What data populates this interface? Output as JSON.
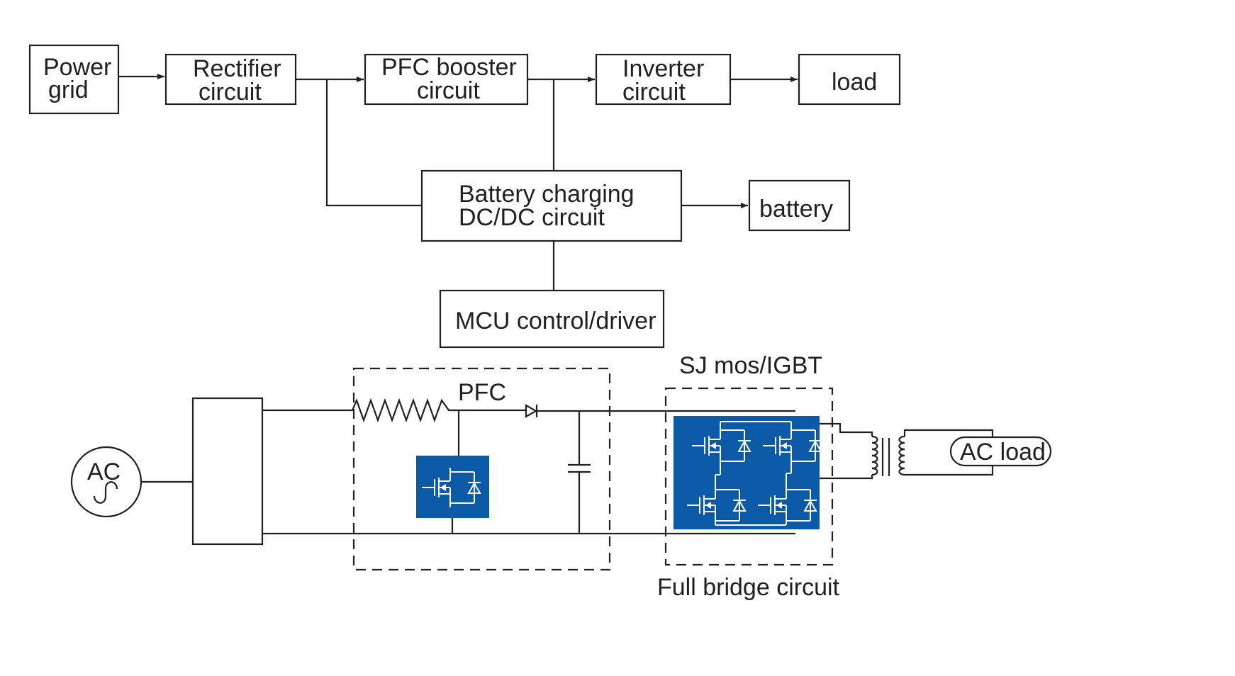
{
  "block_diagram": {
    "power_grid": [
      "Power",
      "grid"
    ],
    "rectifier": [
      "Rectifier",
      "circuit"
    ],
    "pfc_booster": [
      "PFC booster",
      "circuit"
    ],
    "inverter": [
      "Inverter",
      "circuit"
    ],
    "load": "load",
    "battery_charging": [
      "Battery charging",
      "DC/DC circuit"
    ],
    "battery": "battery",
    "mcu": "MCU control/driver"
  },
  "circuit": {
    "ac_source": "AC",
    "pfc_label": "PFC",
    "switch_label": "SJ mos/IGBT",
    "full_bridge_label": "Full bridge circuit",
    "ac_load": "AC load"
  },
  "colors": {
    "line": "#231f20",
    "chip": "#0b5aa8",
    "background": "#ffffff"
  }
}
